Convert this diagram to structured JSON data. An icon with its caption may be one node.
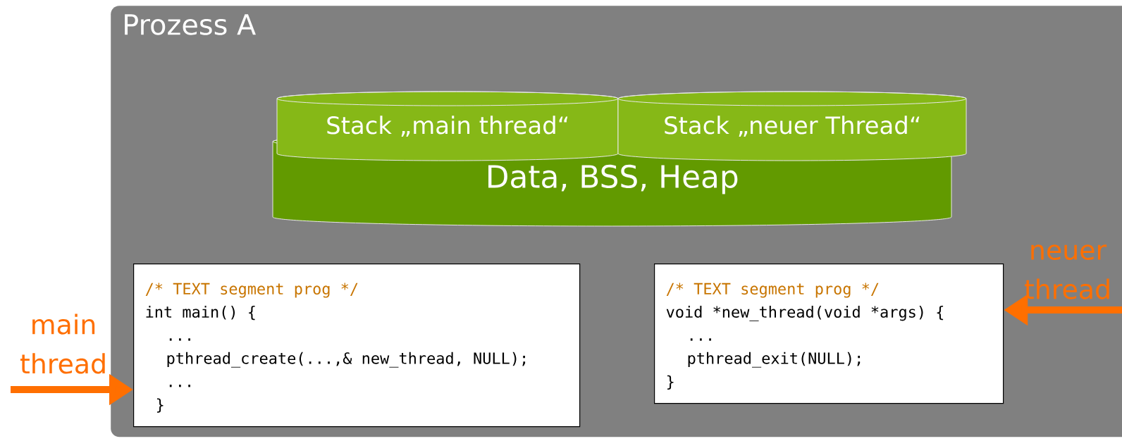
{
  "diagram": {
    "nodes": [
      {
        "text": [
          "Prozess A"
        ]
      },
      {
        "text": [
          "Stack „main thread“"
        ],
        "in": 0
      },
      {
        "text": [
          "Stack „neuer Thread“"
        ],
        "in": 0
      },
      {
        "text": [
          "Data, BSS, Heap"
        ],
        "in": 0
      },
      {
        "text": [
          "/* TEXT segment prog */",
          "int main() {",
          "...",
          "pthread_create(...,& new_thread, NULL);",
          "...",
          "}"
        ],
        "in": 0
      },
      {
        "text": [
          "/* TEXT segment prog */",
          "void *new_thread(void *args) {",
          "...",
          "pthread_exit(NULL);",
          "}"
        ],
        "in": 0
      }
    ],
    "edges": [
      {
        "from": null,
        "to": 4,
        "arrow": "to",
        "label": "main thread"
      },
      {
        "from": null,
        "to": 5,
        "arrow": "to",
        "label": "neuer thread"
      }
    ]
  }
}
